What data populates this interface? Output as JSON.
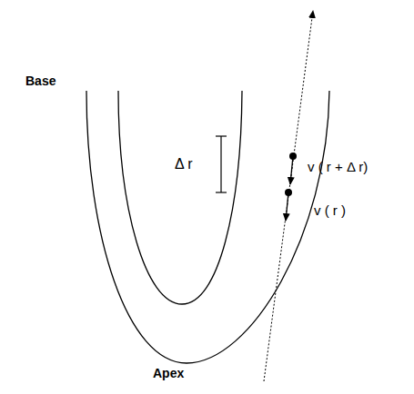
{
  "diagram": {
    "labels": [
      "Base",
      "Δ r",
      "v ( r + Δ r)",
      "v ( r )",
      "Apex"
    ]
  }
}
